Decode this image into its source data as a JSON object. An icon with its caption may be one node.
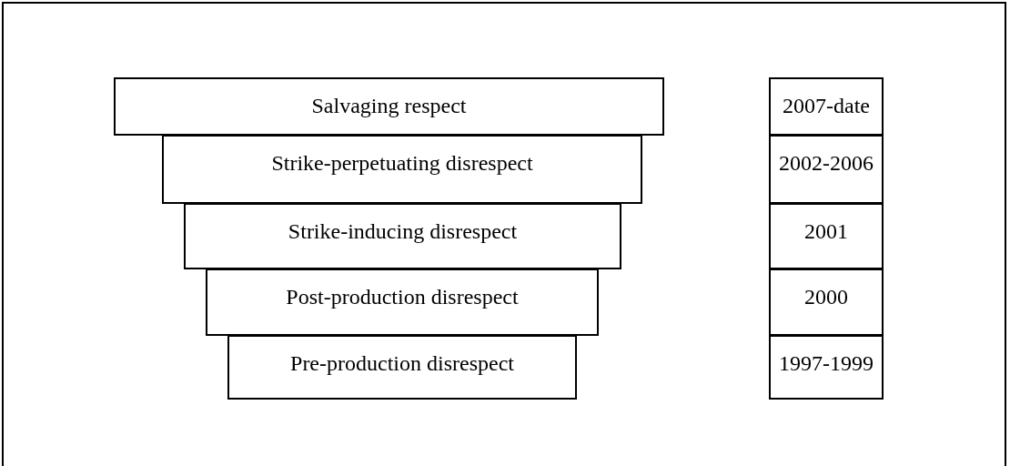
{
  "diagram": {
    "nodes": [
      {
        "text": [
          "Salvaging respect"
        ]
      },
      {
        "text": [
          "Strike-perpetuating disrespect"
        ]
      },
      {
        "text": [
          "Strike-inducing disrespect"
        ]
      },
      {
        "text": [
          "Post-production disrespect"
        ]
      },
      {
        "text": [
          "Pre-production disrespect"
        ]
      },
      {
        "text": [
          "2007-date"
        ]
      },
      {
        "text": [
          "2002-2006"
        ]
      },
      {
        "text": [
          "2001"
        ]
      },
      {
        "text": [
          "2000"
        ]
      },
      {
        "text": [
          "1997-1999"
        ]
      }
    ]
  }
}
